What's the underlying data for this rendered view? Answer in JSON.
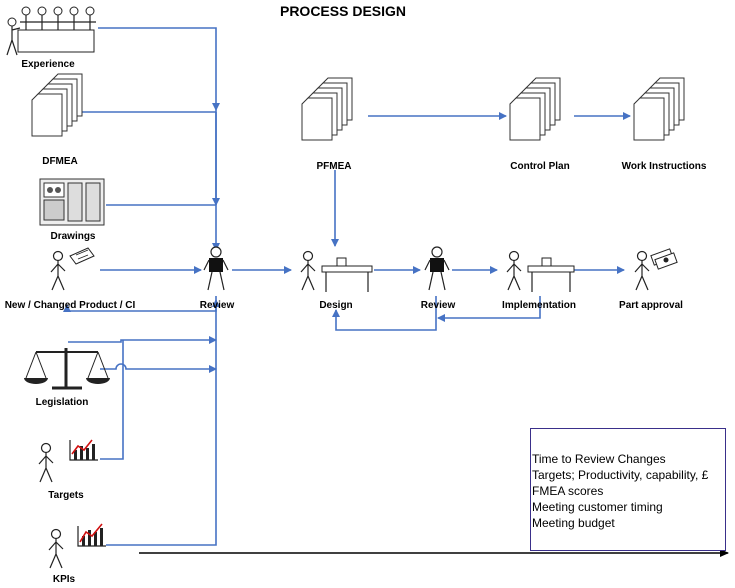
{
  "title": "PROCESS DESIGN",
  "inputs": {
    "experience": "Experience",
    "dfmea": "DFMEA",
    "drawings": "Drawings",
    "new_product": "New / Changed Product / CI",
    "legislation": "Legislation",
    "targets": "Targets",
    "kpis": "KPIs"
  },
  "flow": {
    "review1": "Review",
    "pfmea": "PFMEA",
    "control_plan": "Control Plan",
    "work_instructions": "Work Instructions",
    "design": "Design",
    "review2": "Review",
    "implementation": "Implementation",
    "part_approval": "Part approval"
  },
  "kpi_box": [
    "Time to Review Changes",
    "Targets; Productivity, capability, £",
    "FMEA scores",
    "Meeting customer timing",
    "Meeting budget"
  ],
  "colors": {
    "arrow": "#4672c4",
    "box_border": "#3a2f8a"
  }
}
